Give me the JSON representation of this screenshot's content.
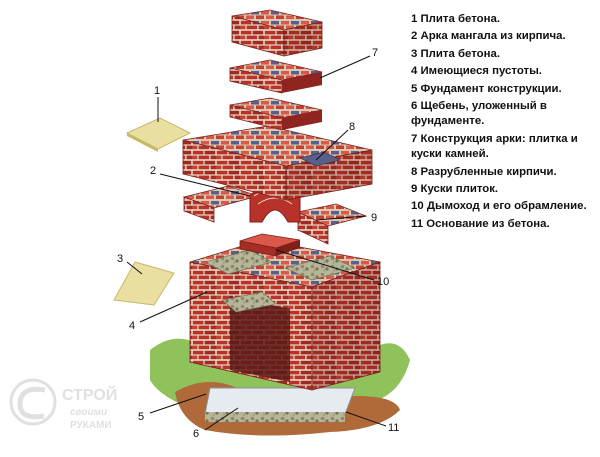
{
  "legend": [
    "1 Плита бетона.",
    "2 Арка мангала из кирпича.",
    "3 Плита бетона.",
    "4 Имеющиеся пустоты.",
    "5 Фундамент конструкции.",
    "6 Щебень, уложенный в фундаменте.",
    "7 Конструкция арки: плитка и куски камней.",
    "8 Разрубленные кирпичи.",
    "9 Куски плиток.",
    "10 Дымоход и его обрамление.",
    "11 Основание из бетона."
  ],
  "callouts": [
    "1",
    "2",
    "3",
    "4",
    "5",
    "6",
    "7",
    "8",
    "9",
    "10",
    "11"
  ],
  "watermark": {
    "line1": "СТРОЙ",
    "line2": "своими",
    "line3": "РУКАМИ"
  },
  "colors": {
    "brick": "#b8322a",
    "brick_dark": "#7e1f1a",
    "brick_light": "#d9584a",
    "brick_blue": "#5a5f8a",
    "mortar": "#e8d9c4",
    "slab": "#e9dfa0",
    "slab_edge": "#c6b868",
    "gravel": "#9a9a7a",
    "grass": "#8fc25a",
    "soil": "#b06a3a",
    "concrete": "#e6ebf0",
    "line": "#111111",
    "watermark": "#c8c8c8"
  }
}
